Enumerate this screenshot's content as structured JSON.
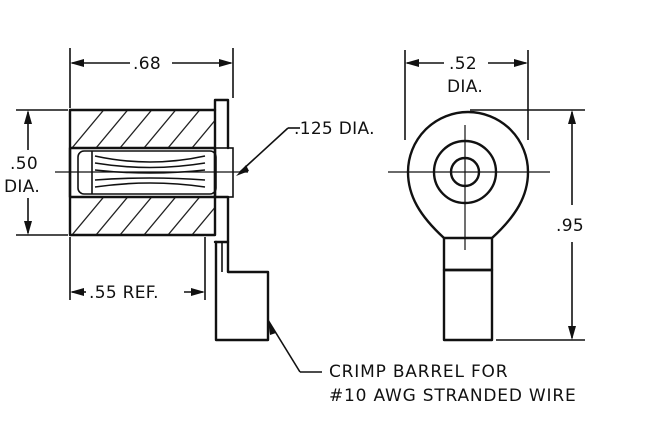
{
  "dimensions": {
    "overall_length": ".68",
    "hole_diameter": ".125 DIA.",
    "outer_diameter_value": ".50",
    "outer_diameter_unit": "DIA.",
    "barrel_length": ".55 REF.",
    "ring_diameter_value": ".52",
    "ring_diameter_unit": "DIA.",
    "overall_height": ".95"
  },
  "note": {
    "line1": "CRIMP BARREL FOR",
    "line2": "#10 AWG STRANDED WIRE"
  }
}
